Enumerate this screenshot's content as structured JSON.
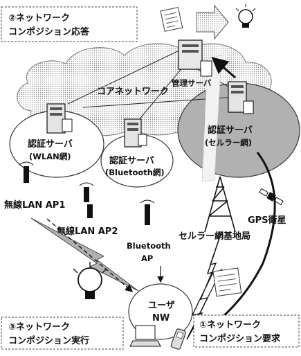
{
  "labels": {
    "step2_line1": "②ネットワーク",
    "step2_line2": "コンポジション応答",
    "core_network": "コアネットワーク",
    "mgmt_server": "管理サーバ",
    "auth_cellular_line1": "認証サーバ",
    "auth_cellular_line2": "(セルラー網)",
    "auth_wlan_line1": "認証サーバ",
    "auth_wlan_line2": "(WLAN網)",
    "auth_bt_line1": "認証サーバ",
    "auth_bt_line2": "(Bluetooth網)",
    "wlan_ap1": "無線LAN AP1",
    "wlan_ap2": "無線LAN AP2",
    "gps": "GPS衛星",
    "cell_base": "セルラー網基地局",
    "bt_ap_line1": "Bluetooth",
    "bt_ap_line2": "AP",
    "user_nw_line1": "ユーザ",
    "user_nw_line2": "NW",
    "step3_line1": "③ネットワーク",
    "step3_line2": "コンポジション実行",
    "step1_line1": "①ネットワーク",
    "step1_line2": "コンポジション要求"
  },
  "icons": [
    "lightbulb-icon",
    "server-icon",
    "antenna-tower-icon",
    "satellite-icon",
    "laptop-icon",
    "mobile-phone-icon",
    "document-icon"
  ]
}
